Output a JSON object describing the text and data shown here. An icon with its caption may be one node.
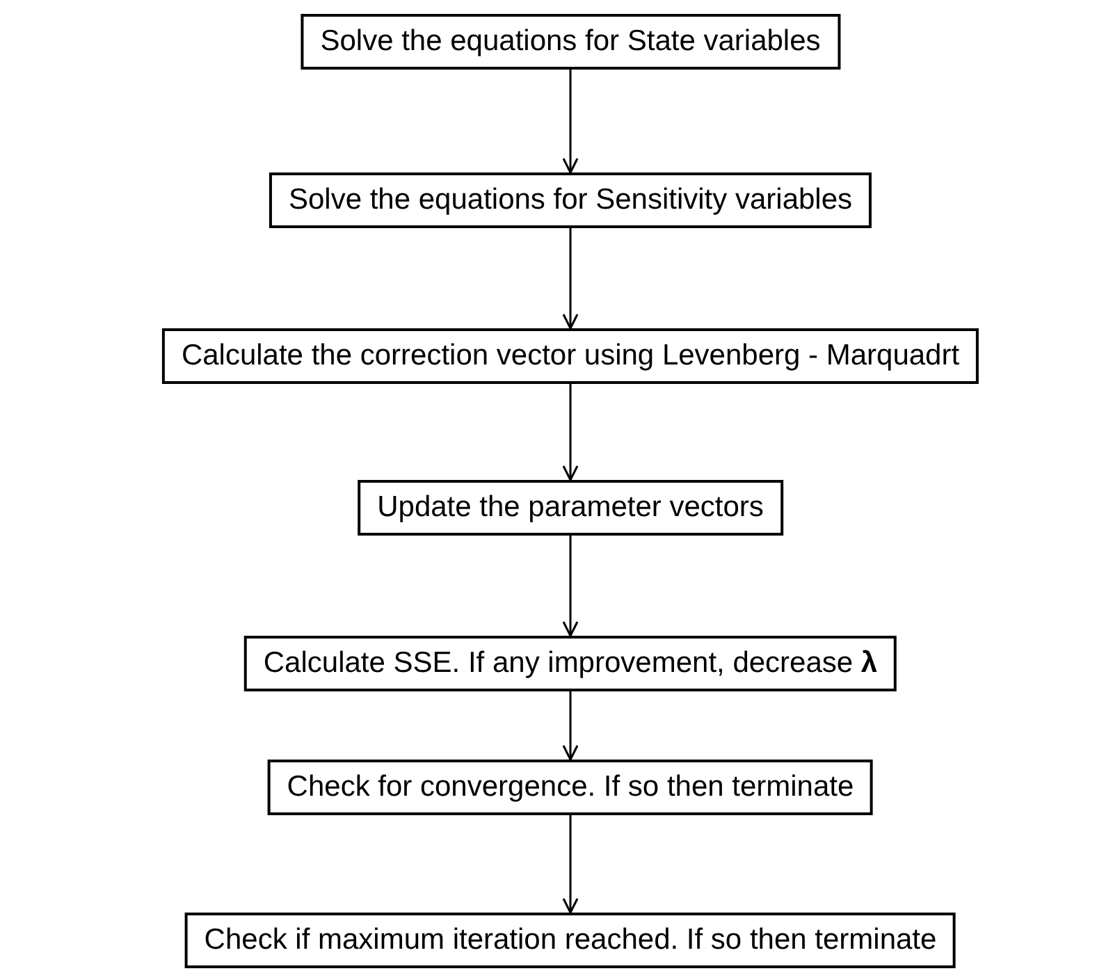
{
  "diagram": {
    "nodes": [
      {
        "text": [
          "Solve the equations for State variables"
        ]
      },
      {
        "text": [
          "Solve the equations for Sensitivity variables"
        ]
      },
      {
        "text": [
          "Calculate the correction vector using Levenberg - Marquadrt"
        ]
      },
      {
        "text": [
          "Update the parameter vectors"
        ]
      },
      {
        "text": [
          "Calculate SSE. If any improvement, decrease **λ**"
        ]
      },
      {
        "text": [
          "Check for convergence. If so then terminate"
        ]
      },
      {
        "text": [
          "Check if maximum iteration reached. If so then terminate"
        ]
      }
    ],
    "edges": [
      {
        "from": 0,
        "to": 1,
        "arrow": "to"
      },
      {
        "from": 1,
        "to": 2,
        "arrow": "to"
      },
      {
        "from": 2,
        "to": 3,
        "arrow": "to"
      },
      {
        "from": 3,
        "to": 4,
        "arrow": "to"
      },
      {
        "from": 4,
        "to": 5,
        "arrow": "to"
      },
      {
        "from": 5,
        "to": 6,
        "arrow": "to"
      }
    ]
  }
}
